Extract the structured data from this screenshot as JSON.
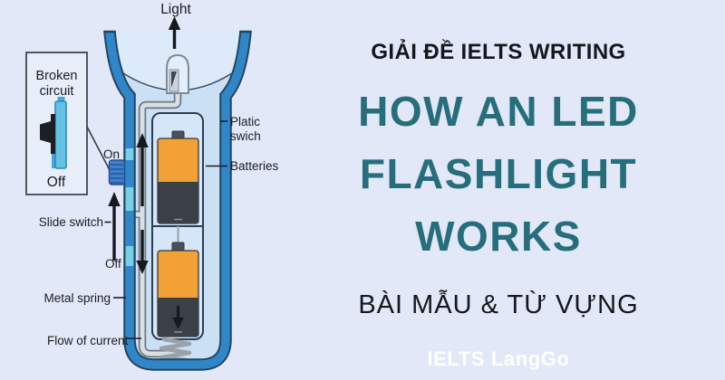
{
  "page": {
    "background": "#E2E8F7"
  },
  "panel": {
    "kicker": "GIẢI ĐỀ IELTS WRITING",
    "title": [
      "HOW AN LED",
      "FLASHLIGHT",
      "WORKS"
    ],
    "subtitle": "BÀI MẪU & TỪ VỰNG",
    "logo": "IELTS LangGo",
    "title_color": "#276E7C",
    "text_color": "#14171E",
    "logo_color": "#FFFFFF"
  },
  "diagram": {
    "labels": {
      "light": "Light",
      "broken_circuit_line1": "Broken",
      "broken_circuit_line2": "circuit",
      "inset_off": "Off",
      "on": "On",
      "slide_switch": "Slide switch",
      "body_off": "Off",
      "metal_spring": "Metal spring",
      "flow_of_current": "Flow of current",
      "plastic_switch_line1": "Platic",
      "plastic_switch_line2": "swich",
      "batteries": "Batteries"
    },
    "colors": {
      "case_blue": "#2F87C9",
      "case_outline": "#24455E",
      "interior": "#CBE0F5",
      "head_interior": "#DCEAFA",
      "battery_orange": "#F2A136",
      "battery_dark": "#3B4046",
      "wire": "#DADFE4",
      "spring": "#9AA1AA",
      "switch_cyan": "#79CFE8",
      "knob_blue": "#3E7FD0",
      "label_color": "#1A1D24"
    }
  }
}
